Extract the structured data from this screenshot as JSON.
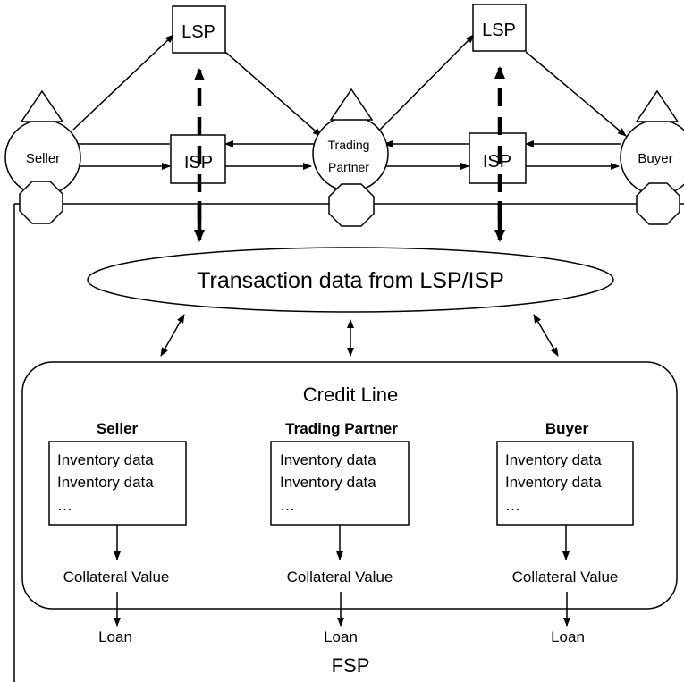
{
  "nodes": {
    "seller": "Seller",
    "trading_partner_line1": "Trading",
    "trading_partner_line2": "Partner",
    "buyer": "Buyer",
    "lsp": "LSP",
    "isp": "ISP"
  },
  "transaction_data": "Transaction data from LSP/ISP",
  "credit_line": {
    "title": "Credit Line",
    "columns": [
      {
        "header": "Seller",
        "lines": [
          "Inventory data",
          "Inventory data",
          "…"
        ],
        "collateral": "Collateral Value",
        "loan": "Loan"
      },
      {
        "header": "Trading Partner",
        "lines": [
          "Inventory data",
          "Inventory data",
          "…"
        ],
        "collateral": "Collateral Value",
        "loan": "Loan"
      },
      {
        "header": "Buyer",
        "lines": [
          "Inventory data",
          "Inventory data",
          "…"
        ],
        "collateral": "Collateral Value",
        "loan": "Loan"
      }
    ]
  },
  "fsp_label": "FSP"
}
